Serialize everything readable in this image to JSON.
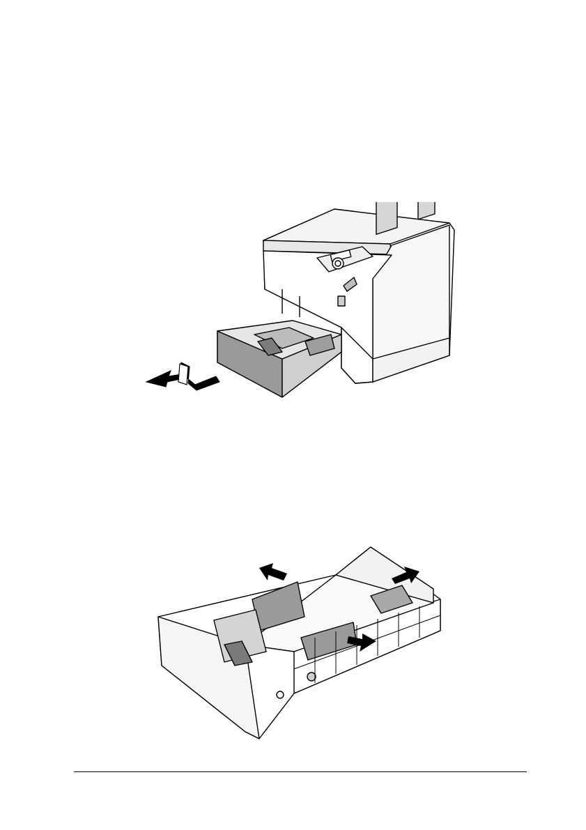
{
  "page": {
    "background": "#ffffff",
    "figures": [
      {
        "id": "printer-cassette-removal",
        "icon": "printer-with-paper-cassette-pulled-out",
        "arrow": "pull-direction"
      },
      {
        "id": "cassette-guide-adjustment",
        "icon": "paper-cassette-edge-guides",
        "arrow": "slide-guides-outward"
      }
    ],
    "footer": {
      "rule_color": "#000000"
    }
  }
}
